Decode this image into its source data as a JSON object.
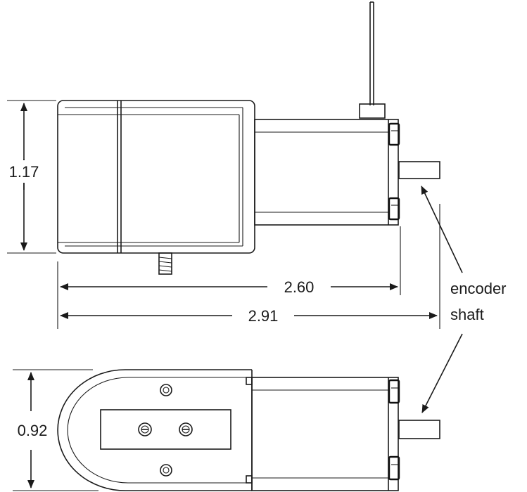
{
  "dimensions": {
    "height": "1.17",
    "length_to_face": "2.60",
    "overall_length": "2.91",
    "width": "0.92"
  },
  "callout": {
    "line1": "encoder",
    "line2": "shaft"
  },
  "colors": {
    "ink": "#1a1a1a",
    "background": "#ffffff"
  }
}
